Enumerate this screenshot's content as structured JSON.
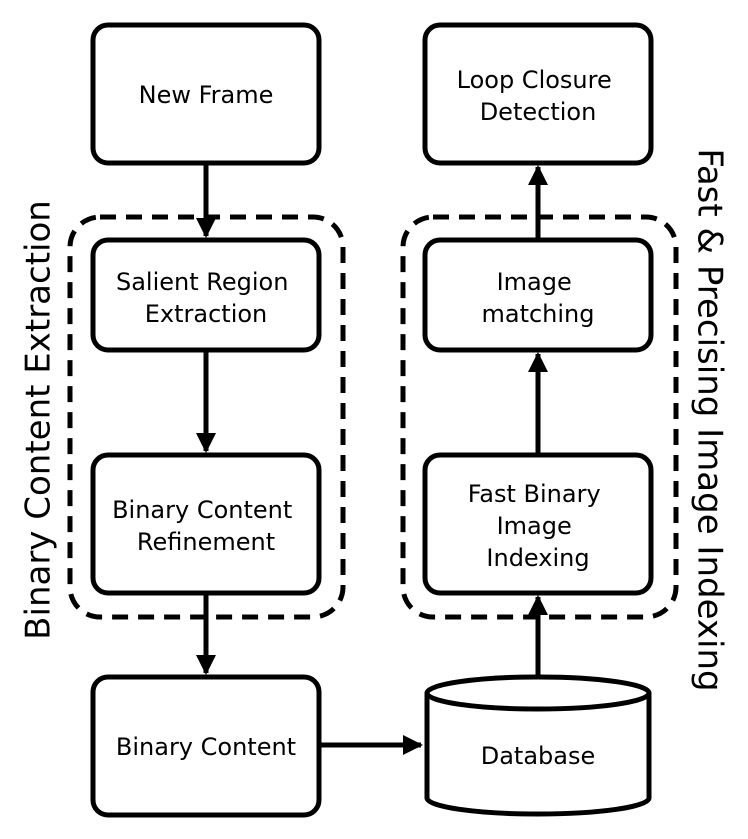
{
  "groups": {
    "binary_content_extraction": "Binary Content Extraction",
    "fast_precise_indexing": "Fast & Precising Image Indexing"
  },
  "nodes": {
    "new_frame": "New Frame",
    "salient_region": [
      "Salient Region",
      "Extraction"
    ],
    "binary_refinement": [
      "Binary Content",
      "Refinement"
    ],
    "binary_content": "Binary Content",
    "database": "Database",
    "fast_binary_indexing": [
      "Fast Binary",
      "Image",
      "Indexing"
    ],
    "image_matching": [
      "Image",
      "matching"
    ],
    "loop_closure": [
      "Loop Closure",
      "Detection"
    ]
  }
}
